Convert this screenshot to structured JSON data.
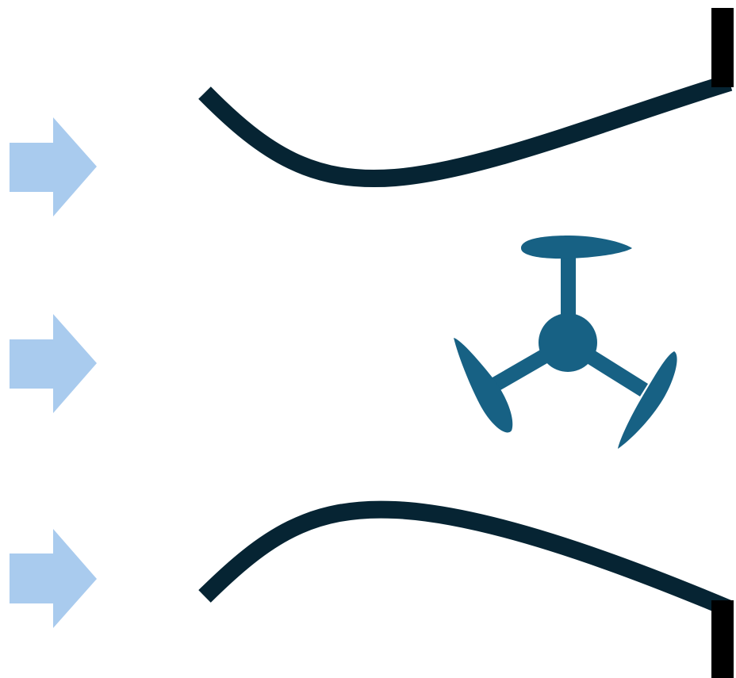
{
  "diagram": {
    "colors": {
      "background": "#ffffff",
      "flow_arrow": "#a9cbee",
      "duct_wall": "#062433",
      "duct_end_cap": "#000000",
      "turbine": "#176184"
    },
    "flow_arrows": [
      {
        "id": "upper",
        "icon": "right-arrow-icon"
      },
      {
        "id": "middle",
        "icon": "right-arrow-icon"
      },
      {
        "id": "lower",
        "icon": "right-arrow-icon"
      }
    ],
    "duct": {
      "walls": [
        "upper",
        "lower"
      ],
      "end_caps": [
        "top-right",
        "bottom-right"
      ]
    },
    "turbine": {
      "icon": "three-blade-turbine-icon",
      "blade_count": 3
    }
  }
}
